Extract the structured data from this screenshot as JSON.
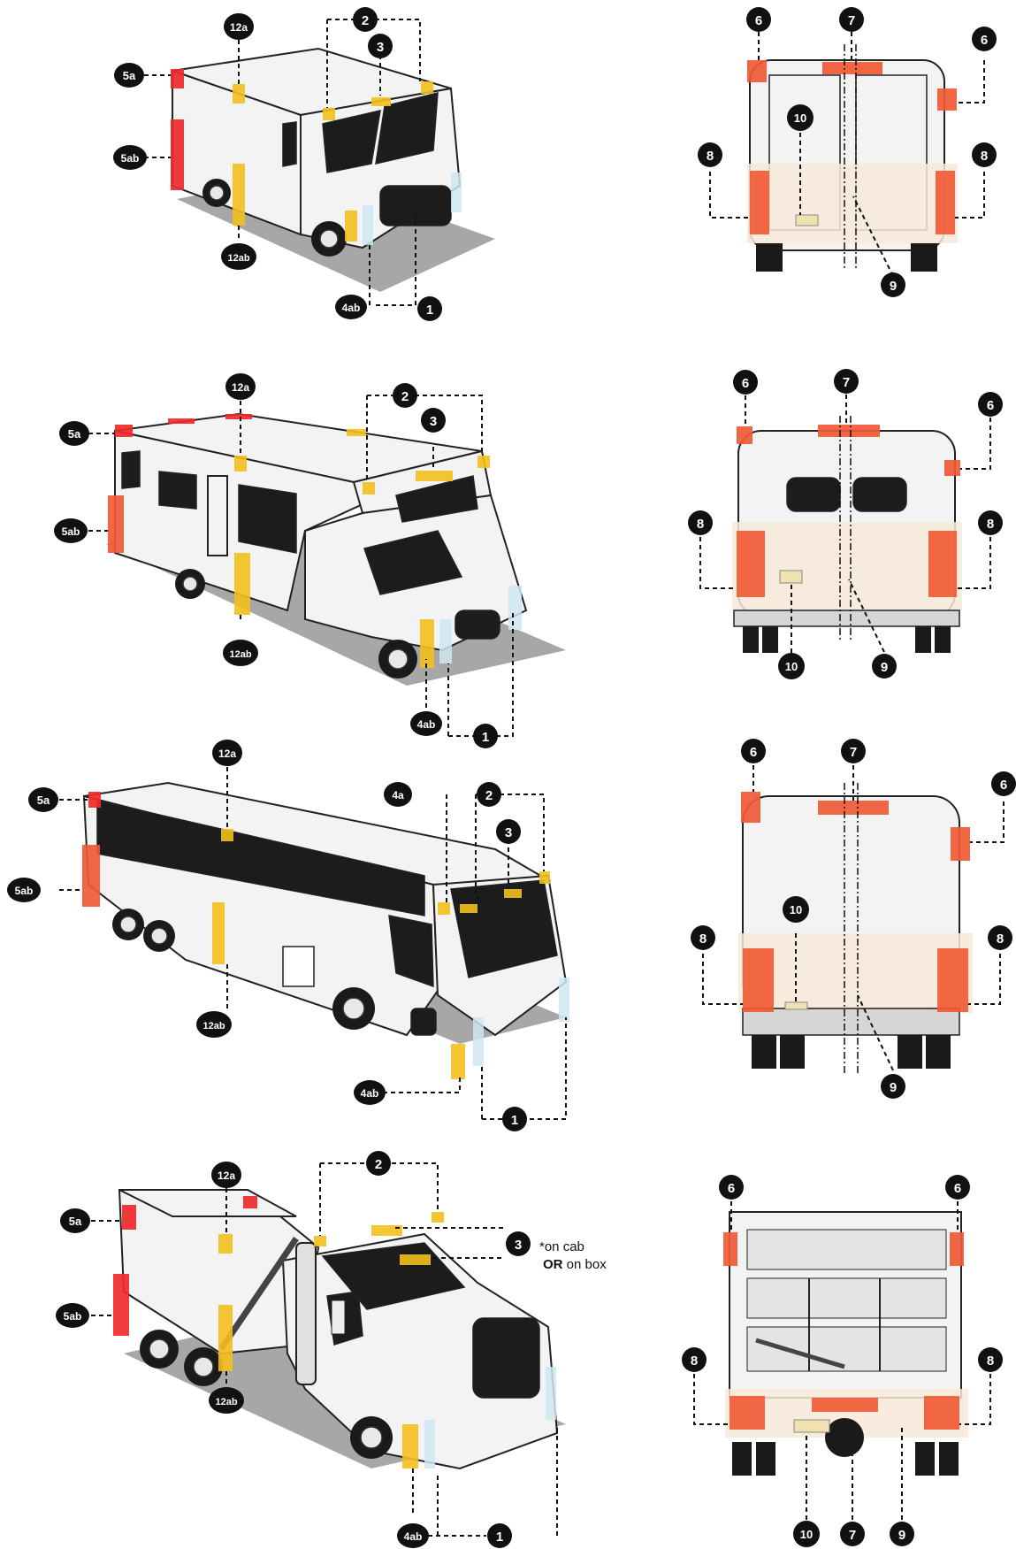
{
  "badges": {
    "b1": "1",
    "b2": "2",
    "b3": "3",
    "b4a": "4a",
    "b4ab": "4ab",
    "b5a": "5a",
    "b5ab": "5ab",
    "b6": "6",
    "b7": "7",
    "b8": "8",
    "b9": "9",
    "b10": "10",
    "b12a": "12a",
    "b12ab": "12ab"
  },
  "dump_truck_note": {
    "line1": "*on cab",
    "or": "OR",
    "rest": " on box"
  },
  "colors": {
    "badge_fill": "#111111",
    "red_tape": "#ee2a2a",
    "orange_tape": "#f05a35",
    "yellow_tape": "#f4c01e",
    "blue_tape": "#cfe6f2",
    "band": "#f6e9d8"
  },
  "vehicles": [
    "step-van",
    "motorhome",
    "coach-bus",
    "dump-truck"
  ]
}
